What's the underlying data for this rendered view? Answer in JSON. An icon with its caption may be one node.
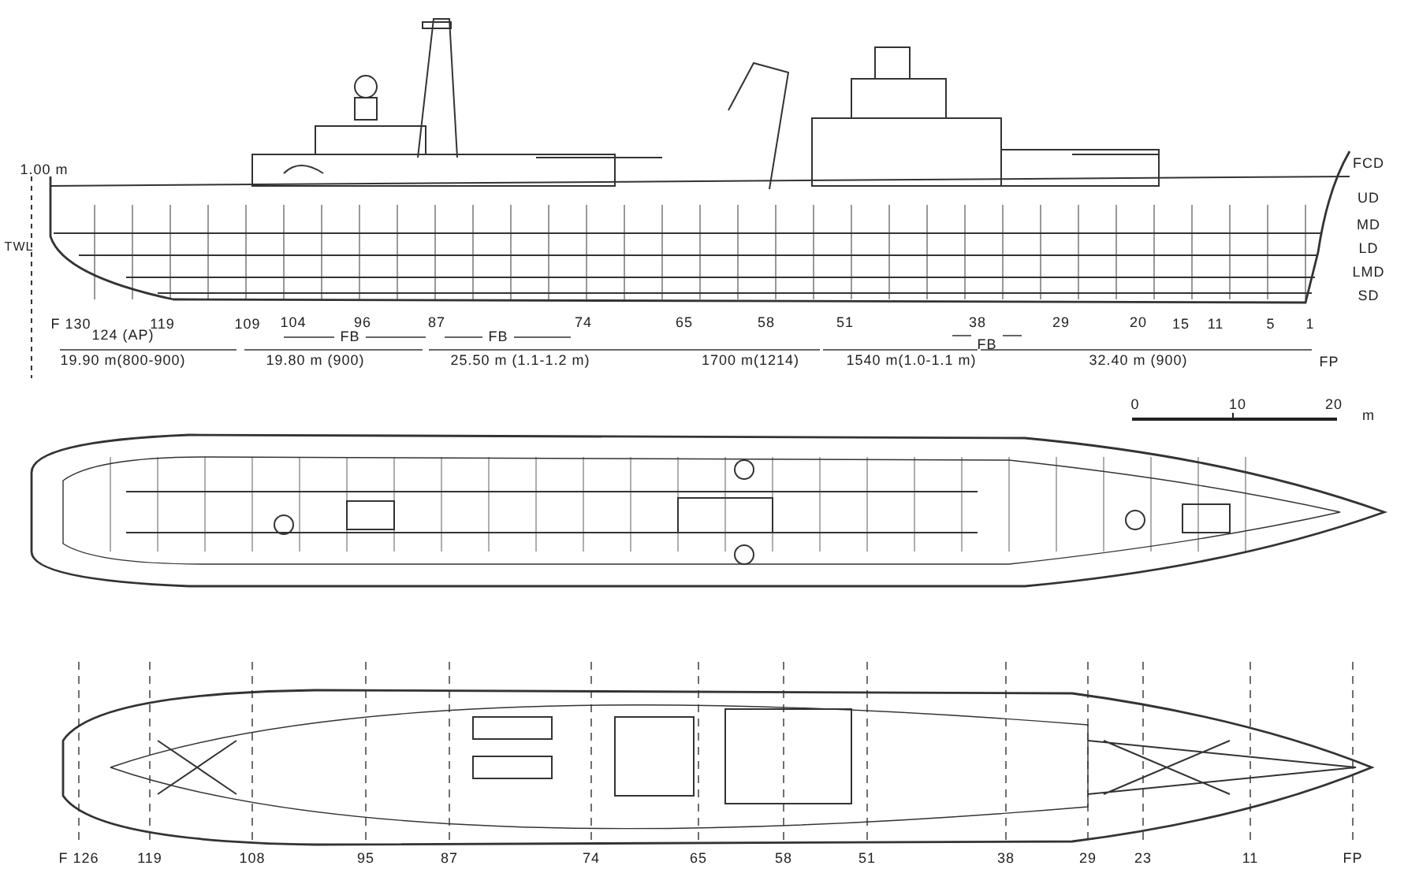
{
  "diagram": {
    "labels": [
      "1.00 m",
      "FCD",
      "UD",
      "MD",
      "TWL",
      "LD",
      "LMD",
      "SD",
      "F 130",
      "124 (AP)",
      "119",
      "109",
      "104",
      "96",
      "87",
      "74",
      "65",
      "58",
      "51",
      "38",
      "29",
      "20",
      "15",
      "11",
      "5",
      "1",
      "FB",
      "FB",
      "FB",
      "FP",
      "19.90 m(800-900)",
      "19.80 m (900)",
      "25.50 m (1.1-1.2 m)",
      "1700 m(1214)",
      "1540 m(1.0-1.1 m)",
      "32.40 m (900)",
      "0",
      "10",
      "20",
      "m",
      "F 126",
      "119",
      "108",
      "95",
      "87",
      "74",
      "65",
      "58",
      "51",
      "38",
      "29",
      "23",
      "11",
      "FP"
    ]
  }
}
